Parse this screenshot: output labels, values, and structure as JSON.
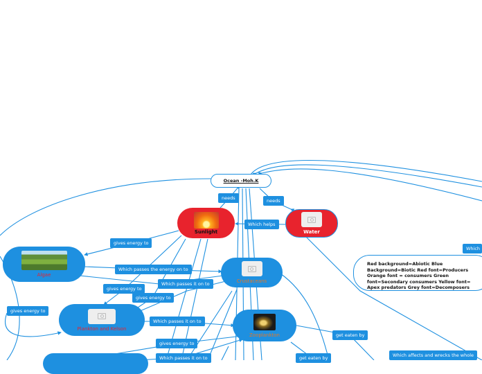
{
  "colors": {
    "abiotic": "#e8232d",
    "biotic": "#1e90e0",
    "producer_font": "#e8232d",
    "consumer_font": "#e87722",
    "link": "#1e90e0"
  },
  "central_topic": {
    "label": "Ocean -Moh.K"
  },
  "nodes": {
    "sunlight": {
      "label": "Sunlight",
      "image": "sunset-image"
    },
    "water": {
      "label": "Water",
      "image": "image-placeholder-icon"
    },
    "algae": {
      "label": "Algae",
      "image": "algae-pond-image"
    },
    "crustaceans": {
      "label": "Crustaceans",
      "image": "image-placeholder-icon"
    },
    "plankton": {
      "label": "Plankton and Kelson",
      "image": "image-placeholder-icon"
    },
    "zooplankton": {
      "label": "Zooplankton",
      "image": "zooplankton-image"
    }
  },
  "legend": {
    "lines": [
      "Red background=Abiotic Blue",
      "Background=Biotic Red font=Producers",
      "Orange font = consumers Green",
      "font=Secondary consumers Yellow font=",
      "Apex predators Grey font=Decomposers"
    ]
  },
  "relations": {
    "needs_1": "needs",
    "needs_2": "needs",
    "which_helps": "Which helps",
    "gives_energy_1": "gives energy to",
    "passes_energy": "Which passes the energy on to",
    "gives_energy_2": "gives energy to",
    "passes_on_1": "Which passes it on to",
    "gives_energy_3": "gives energy to",
    "gives_energy_4": "gives energy to",
    "passes_on_2": "Which passes it on to",
    "gives_energy_5": "gives energy to",
    "passes_on_3": "Which passes it on to",
    "get_eaten_1": "get eaten by",
    "get_eaten_2": "get eaten by",
    "affects_wrecks": "Which affects and wrecks the whole",
    "which_partial": "Which"
  }
}
